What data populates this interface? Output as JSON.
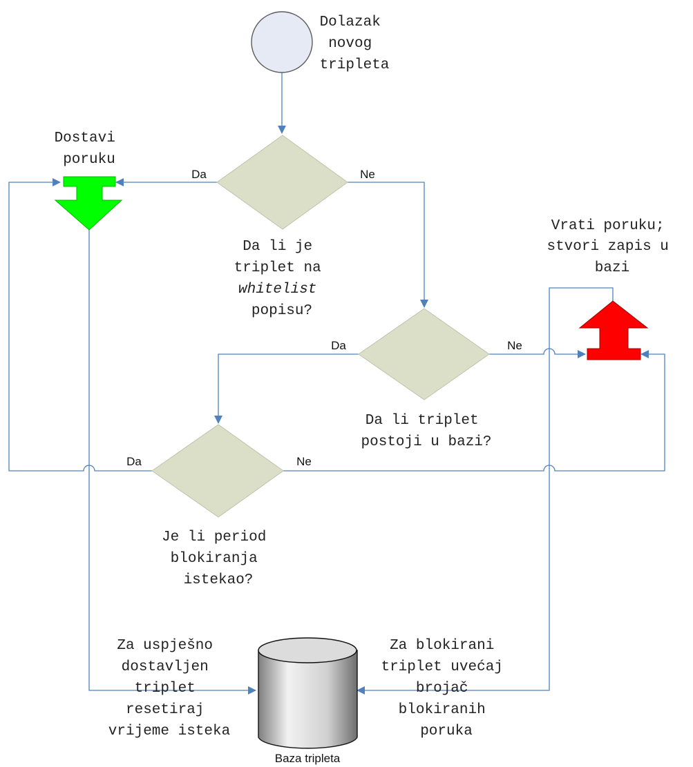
{
  "nodes": {
    "start": {
      "label_lines": [
        "Dolazak",
        "novog",
        "tripleta"
      ]
    },
    "deliver": {
      "label_lines": [
        "Dostavi",
        "poruku"
      ]
    },
    "return": {
      "label_lines": [
        "Vrati poruku;",
        "stvori zapis u",
        "bazi"
      ]
    },
    "whitelist_decision": {
      "label_lines": [
        "Da li je",
        "triplet na",
        "whitelist",
        "popisu?"
      ]
    },
    "exists_decision": {
      "label_lines": [
        "Da li triplet",
        "postoji u bazi?"
      ]
    },
    "period_decision": {
      "label_lines": [
        "Je li period",
        "blokiranja",
        "istekao?"
      ]
    },
    "database": {
      "label": "Baza tripleta"
    }
  },
  "edge_labels": {
    "whitelist_yes": "Da",
    "whitelist_no": "Ne",
    "exists_yes": "Da",
    "exists_no": "Ne",
    "period_yes": "Da",
    "period_no": "Ne"
  },
  "annotations": {
    "success_note_lines": [
      "Za uspješno",
      "dostavljen",
      "triplet",
      "resetiraj",
      "vrijeme isteka"
    ],
    "blocked_note_lines": [
      "Za blokirani",
      "triplet uvećaj",
      "brojač",
      "blokiranih",
      "poruka"
    ]
  },
  "colors": {
    "connector": "#4f81bd",
    "decision_fill": "#dcdfc8",
    "start_fill": "#e6eaf5",
    "deliver_arrow": "#00ff00",
    "return_arrow": "#ff0000"
  }
}
